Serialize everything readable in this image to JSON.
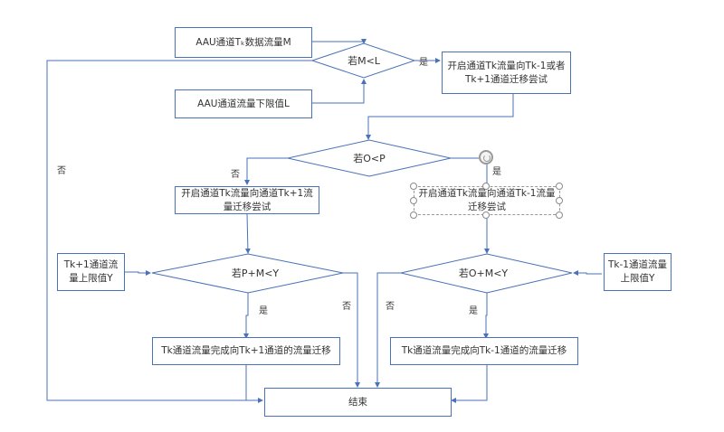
{
  "diagram": {
    "type": "flowchart",
    "colors": {
      "line": "#4a72b8",
      "text": "#333333",
      "selection": "#8a8a8a"
    },
    "nodes": {
      "input_m": "AAU通道Tₖ数据流量M",
      "input_l": "AAU通道流量下限值L",
      "decision_ml": "若M<L",
      "process_try_both": "开启通道Tk流量向Tk-1或者Tk+1通道迁移尝试",
      "decision_op": "若O<P",
      "process_try_plus": "开启通道Tk流量向通道Tk+1流量迁移尝试",
      "process_try_minus": "开启通道Tk流量向通道Tk-1流量迁移尝试",
      "input_y_plus": "Tk+1通道流量上限值Y",
      "input_y_minus": "Tk-1通道流量上限值Y",
      "decision_pmy": "若P+M<Y",
      "decision_omy": "若O+M<Y",
      "done_plus": "Tk通道流量完成向Tk+1通道的流量迁移",
      "done_minus": "Tk通道流量完成向Tk-1通道的流量迁移",
      "end": "结束"
    },
    "labels": {
      "yes_ml": "是",
      "no_ml": "否",
      "no_op": "否",
      "yes_op": "是",
      "yes_pmy": "是",
      "no_pmy": "否",
      "no_omy": "否",
      "yes_omy": "是"
    },
    "edges": [
      {
        "from": "input_m",
        "to": "decision_ml"
      },
      {
        "from": "input_l",
        "to": "decision_ml"
      },
      {
        "from": "decision_ml",
        "to": "process_try_both",
        "label": "是"
      },
      {
        "from": "decision_ml",
        "to": "end",
        "label": "否"
      },
      {
        "from": "process_try_both",
        "to": "decision_op"
      },
      {
        "from": "decision_op",
        "to": "process_try_plus",
        "label": "否"
      },
      {
        "from": "decision_op",
        "to": "process_try_minus",
        "label": "是"
      },
      {
        "from": "process_try_plus",
        "to": "decision_pmy"
      },
      {
        "from": "input_y_plus",
        "to": "decision_pmy"
      },
      {
        "from": "decision_pmy",
        "to": "done_plus",
        "label": "是"
      },
      {
        "from": "decision_pmy",
        "to": "end",
        "label": "否"
      },
      {
        "from": "process_try_minus",
        "to": "decision_omy"
      },
      {
        "from": "input_y_minus",
        "to": "decision_omy"
      },
      {
        "from": "decision_omy",
        "to": "done_minus",
        "label": "是"
      },
      {
        "from": "decision_omy",
        "to": "end",
        "label": "否"
      },
      {
        "from": "done_plus",
        "to": "end"
      },
      {
        "from": "done_minus",
        "to": "end"
      }
    ]
  }
}
